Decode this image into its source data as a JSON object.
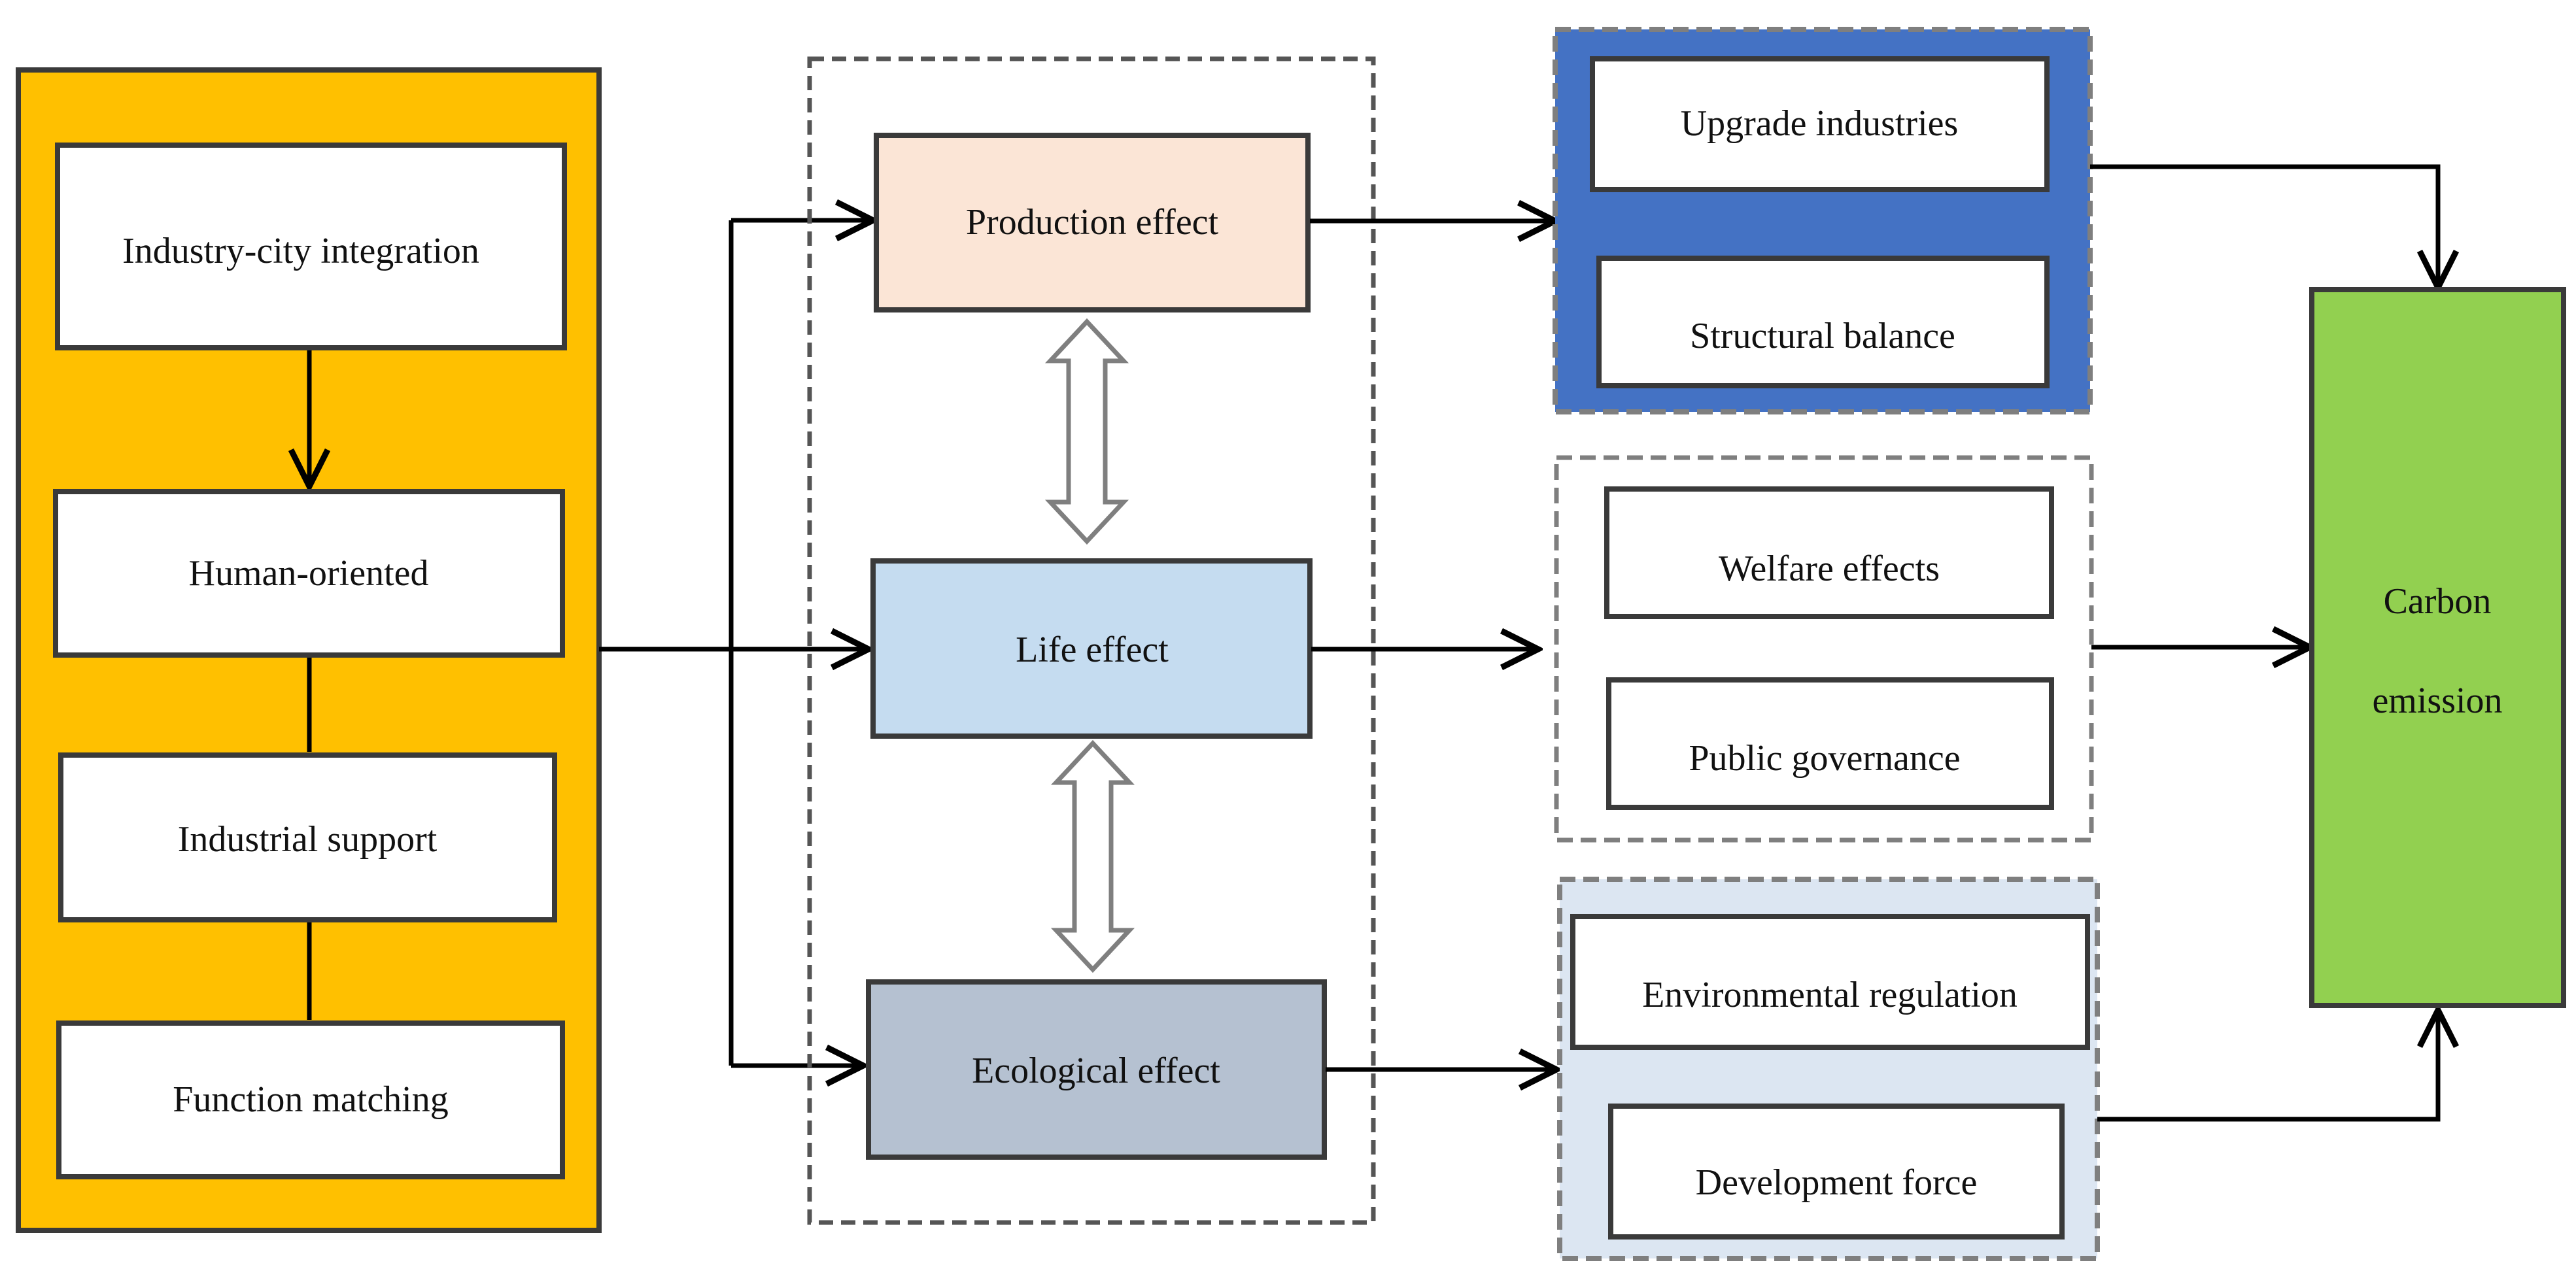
{
  "colors": {
    "left_panel": "#FFC000",
    "production_effect": "#FBE5D6",
    "life_effect": "#C5DCF0",
    "ecological_effect": "#B5C1D1",
    "production_outcome_panel": "#4472C4",
    "ecological_outcome_panel": "#DCE6F2",
    "carbon_emission": "#92D050"
  },
  "left_panel": {
    "items": [
      "Industry-city integration",
      "Human-oriented",
      "Industrial support",
      "Function matching"
    ]
  },
  "effects": {
    "production": "Production effect",
    "life": "Life effect",
    "ecological": "Ecological effect"
  },
  "outcomes": {
    "production": [
      "Upgrade industries",
      "Structural balance"
    ],
    "life": [
      "Welfare effects",
      "Public governance"
    ],
    "ecological": [
      "Environmental regulation",
      "Development force"
    ]
  },
  "carbon": {
    "line1": "Carbon",
    "line2": "emission"
  }
}
